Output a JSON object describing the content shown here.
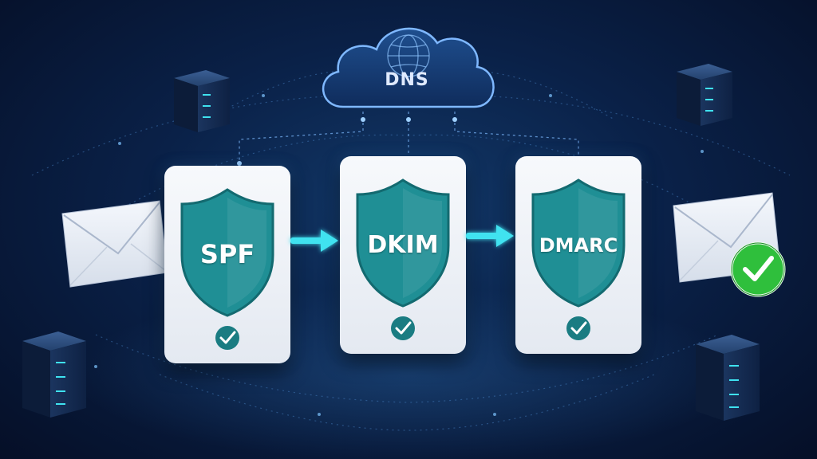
{
  "dns": {
    "label": "DNS"
  },
  "checks": [
    {
      "label": "SPF"
    },
    {
      "label": "DKIM"
    },
    {
      "label": "DMARC"
    }
  ],
  "colors": {
    "shield": "#1f8f95",
    "shield_dark": "#136a70",
    "arrow": "#3fe2f0",
    "success": "#2fbf3c",
    "background": "#061430"
  },
  "icons": {
    "cloud": "cloud-icon",
    "globe": "globe-icon",
    "shield": "shield-icon",
    "check": "check-icon",
    "envelope": "envelope-icon",
    "server": "server-icon"
  }
}
